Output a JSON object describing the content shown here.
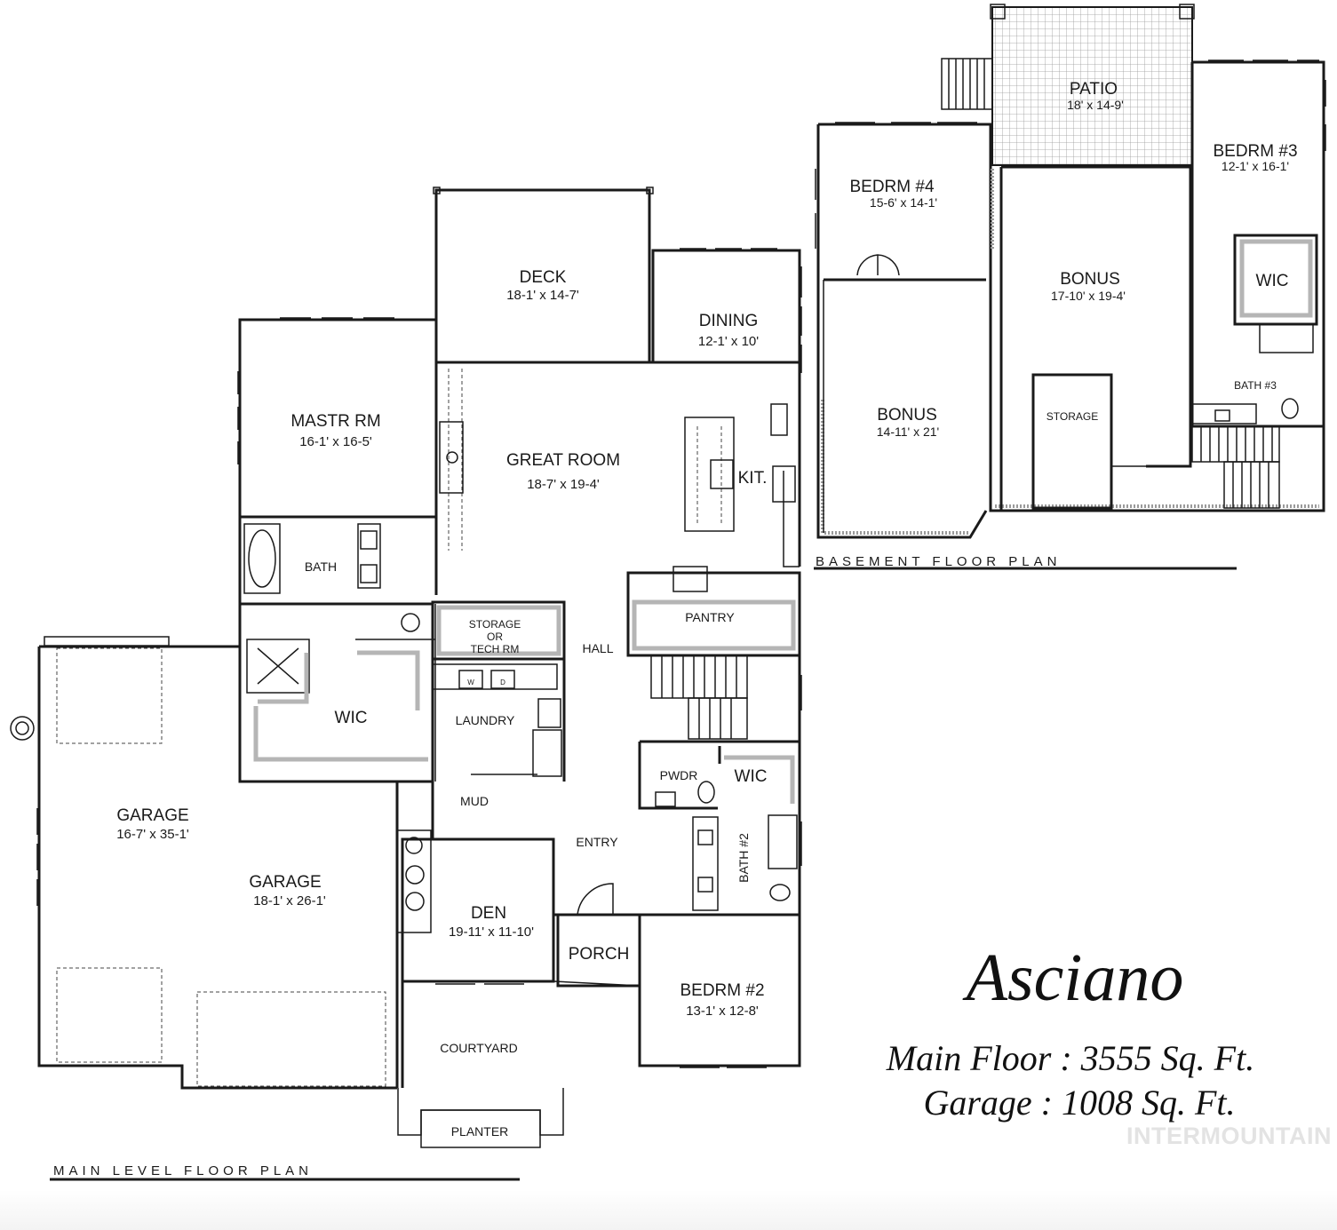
{
  "plan": {
    "name": "Asciano",
    "main_floor": "Main Floor : 3555 Sq. Ft.",
    "garage": "Garage : 1008 Sq. Ft.",
    "watermark": "INTERMOUNTAIN"
  },
  "captions": {
    "main": "MAIN LEVEL FLOOR PLAN",
    "basement": "BASEMENT FLOOR PLAN"
  },
  "main_level": {
    "deck": {
      "name": "DECK",
      "dim": "18-1' x 14-7'"
    },
    "dining": {
      "name": "DINING",
      "dim": "12-1' x 10'"
    },
    "master": {
      "name": "MASTR RM",
      "dim": "16-1' x 16-5'"
    },
    "great_room": {
      "name": "GREAT ROOM",
      "dim": "18-7' x 19-4'"
    },
    "kitchen": {
      "name": "KIT."
    },
    "bath": {
      "name": "BATH"
    },
    "storage": {
      "line1": "STORAGE",
      "line2": "OR",
      "line3": "TECH RM"
    },
    "hall": {
      "name": "HALL"
    },
    "pantry": {
      "name": "PANTRY"
    },
    "wic_master": {
      "name": "WIC"
    },
    "laundry": {
      "name": "LAUNDRY"
    },
    "pwdr": {
      "name": "PWDR"
    },
    "wic_bed2": {
      "name": "WIC"
    },
    "garage1": {
      "name": "GARAGE",
      "dim": "16-7' x 35-1'"
    },
    "garage2": {
      "name": "GARAGE",
      "dim": "18-1' x 26-1'"
    },
    "mud": {
      "name": "MUD"
    },
    "entry": {
      "name": "ENTRY"
    },
    "bath2": {
      "name": "BATH #2"
    },
    "den": {
      "name": "DEN",
      "dim": "19-11' x 11-10'"
    },
    "porch": {
      "name": "PORCH"
    },
    "bedrm2": {
      "name": "BEDRM #2",
      "dim": "13-1' x 12-8'"
    },
    "courtyard": {
      "name": "COURTYARD"
    },
    "planter": {
      "name": "PLANTER"
    },
    "washer": {
      "name": "W"
    },
    "dryer": {
      "name": "D"
    }
  },
  "basement": {
    "patio": {
      "name": "PATIO",
      "dim": "18' x 14-9'"
    },
    "bedrm4": {
      "name": "BEDRM #4",
      "dim": "15-6' x 14-1'"
    },
    "bedrm3": {
      "name": "BEDRM #3",
      "dim": "12-1' x 16-1'"
    },
    "bonus_main": {
      "name": "BONUS",
      "dim": "17-10' x 19-4'"
    },
    "wic": {
      "name": "WIC"
    },
    "bonus_left": {
      "name": "BONUS",
      "dim": "14-11' x 21'"
    },
    "storage": {
      "name": "STORAGE"
    },
    "bath3": {
      "name": "BATH #3"
    }
  }
}
